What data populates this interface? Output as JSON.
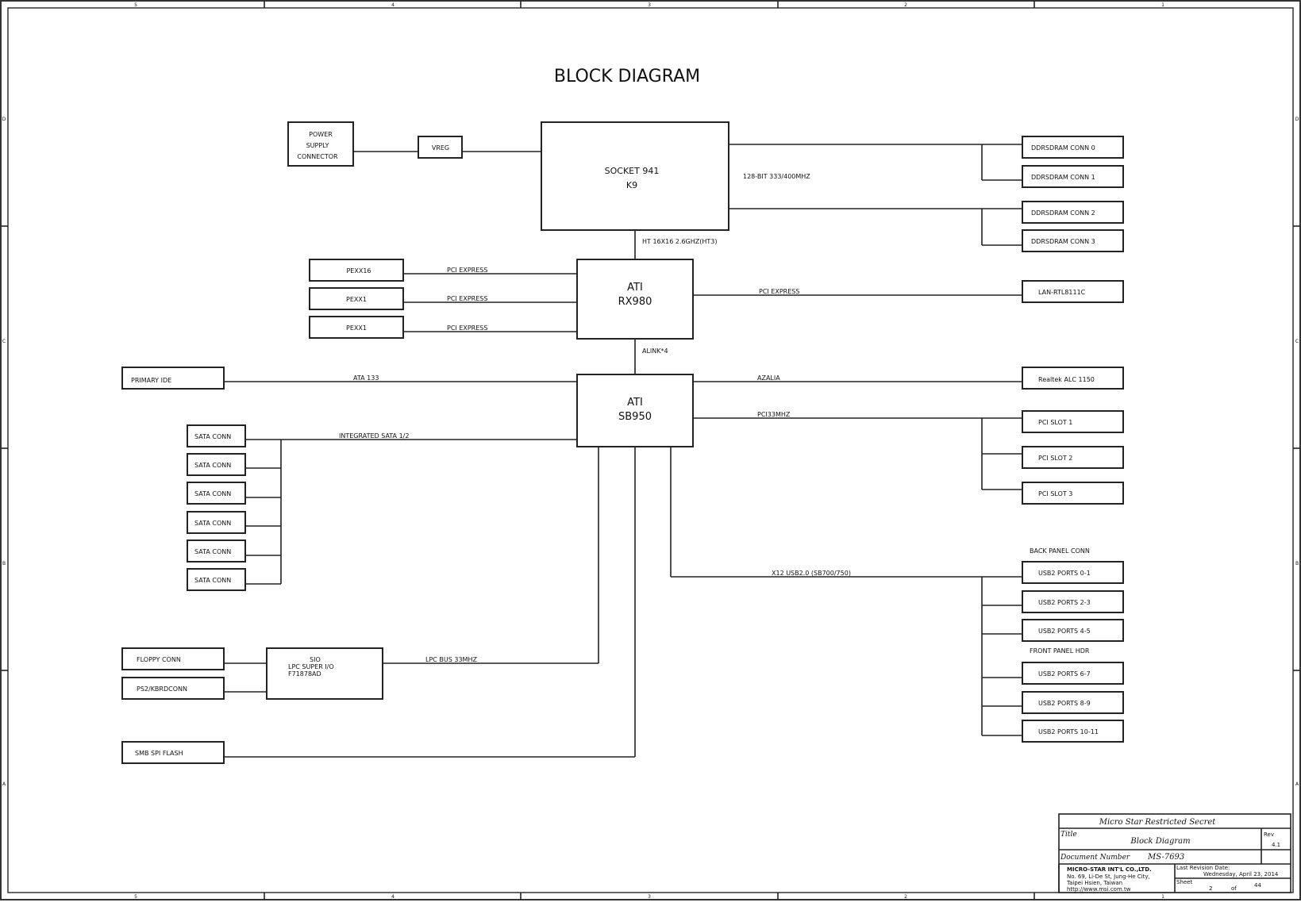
{
  "title": "BLOCK DIAGRAM",
  "frame": {
    "col_labels": [
      "5",
      "4",
      "3",
      "2",
      "1"
    ],
    "row_labels": [
      "D",
      "C",
      "B",
      "A"
    ]
  },
  "blocks": {
    "power_supply": [
      "POWER",
      "SUPPLY",
      "CONNECTOR"
    ],
    "vreg": "VREG",
    "cpu": [
      "SOCKET 941",
      "K9"
    ],
    "ddr": [
      "DDRSDRAM CONN 0",
      "DDRSDRAM CONN 1",
      "DDRSDRAM CONN 2",
      "DDRSDRAM CONN 3"
    ],
    "pex": [
      "PEXX16",
      "PEXX1",
      "PEXX1"
    ],
    "northbridge": [
      "ATI",
      "RX980"
    ],
    "lan": "LAN-RTL8111C",
    "primary_ide": "PRIMARY IDE",
    "southbridge": [
      "ATI",
      "SB950"
    ],
    "audio": "Realtek ALC 1150",
    "pci_slots": [
      "PCI SLOT 1",
      "PCI SLOT 2",
      "PCI SLOT 3"
    ],
    "sata": [
      "SATA CONN",
      "SATA CONN",
      "SATA CONN",
      "SATA CONN",
      "SATA CONN",
      "SATA CONN"
    ],
    "usb_back_header": "BACK PANEL CONN",
    "usb_back": [
      "USB2 PORTS 0-1",
      "USB2 PORTS 2-3",
      "USB2 PORTS 4-5"
    ],
    "usb_front_header": "FRONT PANEL HDR",
    "usb_front": [
      "USB2 PORTS 6-7",
      "USB2 PORTS 8-9",
      "USB2 PORTS 10-11"
    ],
    "floppy": "FLOPPY CONN",
    "ps2": "PS2/KBRDCONN",
    "sio": [
      "SIO",
      "LPC SUPER I/O",
      "F71878AD"
    ],
    "spi": "SMB SPI FLASH"
  },
  "buses": {
    "memory": "128-BIT 333/400MHZ",
    "ht": "HT 16X16 2.6GHZ(HT3)",
    "pcie": [
      "PCI EXPRESS",
      "PCI EXPRESS",
      "PCI EXPRESS"
    ],
    "lan_pcie": "PCI EXPRESS",
    "alink": "ALINK*4",
    "ata": "ATA 133",
    "azalia": "AZALIA",
    "pci": "PCI33MHZ",
    "sata": "INTEGRATED SATA 1/2",
    "usb": "X12 USB2.0 (SB700/750)",
    "lpc": "LPC BUS 33MHZ"
  },
  "title_block": {
    "company_header": "Micro Star Restricted Secret",
    "title_label": "Title",
    "title_value": "Block Diagram",
    "rev_label": "Rev",
    "rev_value": "4.1",
    "docnum_label": "Document Number",
    "docnum_value": "MS-7693",
    "company_name": "MICRO-STAR INT'L CO.,LTD.",
    "address_1": "No. 69, Li-De St, Jung-He City,",
    "address_2": "Taipei Hsien, Taiwan",
    "website": "http://www.msi.com.tw",
    "date_label": "Last Revision Date:",
    "date_value": "Wednesday, April 23, 2014",
    "sheet_label": "Sheet",
    "sheet_num": "2",
    "of_label": "of",
    "sheet_total": "44"
  }
}
